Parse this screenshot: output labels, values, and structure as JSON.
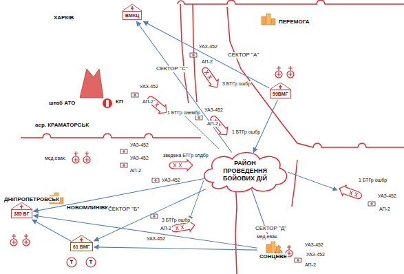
{
  "diagram": {
    "nodes": [
      {
        "text": [
          "ХАРКІВ",
          "ВМКЦ"
        ]
      },
      {
        "text": [
          "59ВМГ"
        ]
      },
      {
        "text": [
          "РАЙОН ПРОВЕДЕННЯ БОЙОВИХ ДІЙ"
        ]
      },
      {
        "text": [
          "ДНІПРОПЕТРОВСЬК",
          "385 ВГ"
        ]
      },
      {
        "text": [
          "61 ВМГ"
        ]
      },
      {
        "text": [
          "СОНЦЕВЕ"
        ]
      }
    ],
    "edges": [
      {
        "from": 2,
        "to": 0,
        "arrow": "to"
      },
      {
        "from": 1,
        "to": 0,
        "arrow": "to"
      },
      {
        "from": 1,
        "to": 2,
        "arrow": "to"
      },
      {
        "from": 2,
        "to": 3,
        "arrow": "to"
      },
      {
        "from": 2,
        "to": 4,
        "arrow": "to"
      },
      {
        "from": 2,
        "to": 5,
        "arrow": "to"
      },
      {
        "from": 5,
        "to": 3,
        "arrow": "to"
      },
      {
        "from": 5,
        "to": 4,
        "arrow": "to"
      },
      {
        "from": 4,
        "to": 3,
        "arrow": "to"
      }
    ],
    "labels": [
      "СЕКТОР \"С\"",
      "СЕКТОР \"А\"",
      "ПЕРЕМОГА",
      "УАЗ-452",
      "АП-2",
      "3 БТГр ошбр",
      "УАЗ-452",
      "АП-2",
      "1 БТГр ошбр",
      "УАЗ-452",
      "АП-2",
      "1 БТГр оаембр",
      "штаб АТО",
      "КП",
      "аер. КРАМАТОРСЬК",
      "мед.евак.",
      "УАЗ-452",
      "УАЗ-452",
      "зведена БТГр опдбр",
      "АП-2",
      "УАЗ-452",
      "1 БТГр ошбр",
      "УАЗ-452",
      "АП-2",
      "НОВОМЛИНІВКА",
      "СЕКТОР \"Б\"",
      "3 БТГр ошбр",
      "АП-2",
      "УАЗ-452",
      "СЕКТОР \"Д\"",
      "мед.евак.",
      "УАЗ-452",
      "УАЗ-452",
      "АП-2",
      "Т",
      "Т"
    ]
  }
}
